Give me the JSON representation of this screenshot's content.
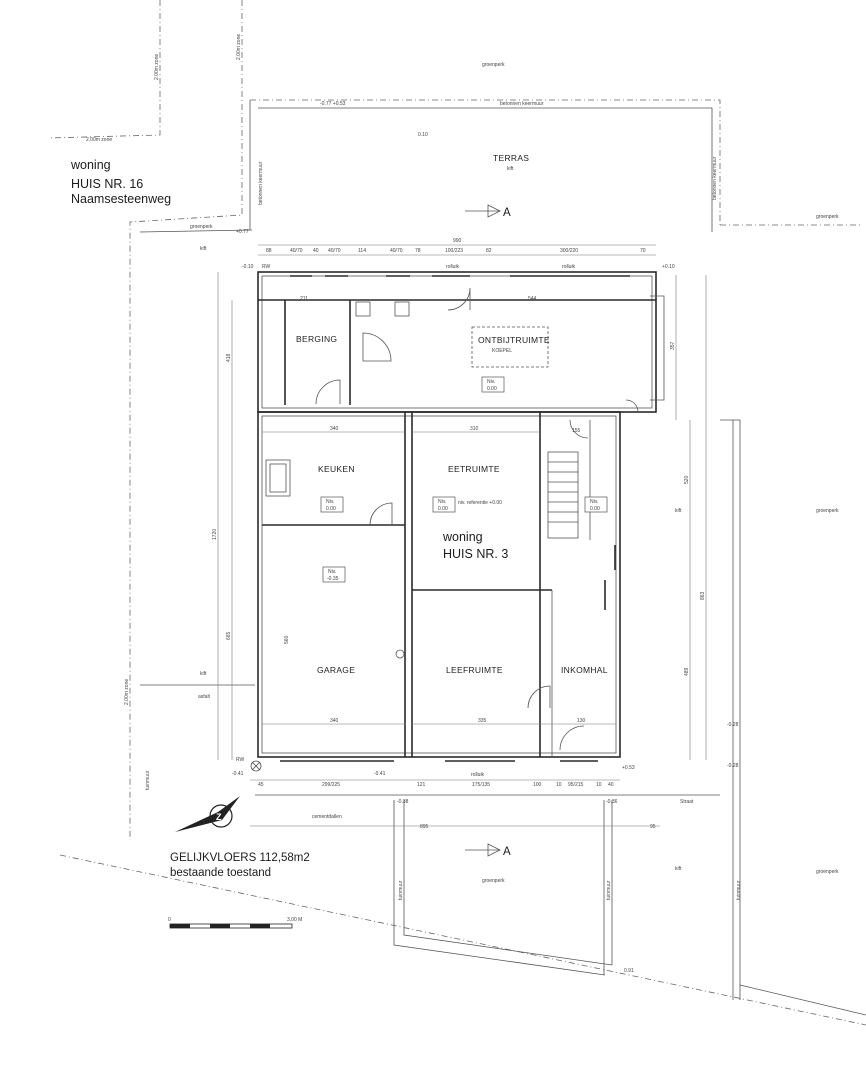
{
  "neighbour": {
    "line1": "woning",
    "line2": "HUIS NR. 16",
    "line3": "Naamsesteenweg"
  },
  "house": {
    "line1": "woning",
    "line2": "HUIS NR. 3"
  },
  "caption": {
    "line1": "GELIJKVLOERS 112,58m2",
    "line2": "bestaande toestand"
  },
  "scale_label": "3,00 M",
  "scale_zero": "0",
  "compass_letter": "Z",
  "section_mark": "A",
  "rooms": {
    "terras": "TERRAS",
    "berging": "BERGING",
    "ontbijtruimte": "ONTBIJTRUIMTE",
    "koepel": "KOEPEL",
    "keuken": "KEUKEN",
    "eetruimte": "EETRUIMTE",
    "garage": "GARAGE",
    "leefruimte": "LEEFRUIMTE",
    "inkomhal": "INKOMHAL"
  },
  "levels": {
    "label": "Niv.",
    "ontbijt": "0.00",
    "keuken": "0.00",
    "eet": "0.00",
    "inkom": "0.00",
    "garage": "-0.35",
    "referentie": "niv. referentie +0.00"
  },
  "notes": {
    "groenperk": "groenperk",
    "betonnen_keermuur": "betonnen keermuur",
    "kift": "kift",
    "rolluik": "rolluik",
    "cementdallen": "cementdallen",
    "tuinmuur": "tuinmuur",
    "zone": "2.00m zone",
    "straat": "Straat",
    "rw": "RW",
    "asfalt": "asfalt",
    "lev_m010": "-0.10",
    "lev_p010": "+0.10",
    "lev_p077": "+0.77",
    "lev_m041": "-0.41",
    "lev_m038": "-0.38",
    "lev_m036": "-0.36",
    "lev_p053": "+0.53",
    "lev_p028": "-0.28",
    "lev_p091": "0.91",
    "lev_m077_p053": "-0.77 +0.53",
    "lev_010": "0.10"
  },
  "dims": {
    "top_total": "990",
    "top_parts": [
      "88",
      "40/70",
      "40",
      "40/70",
      "114",
      "40/70",
      "78",
      "100/223",
      "82",
      "300/220",
      "70"
    ],
    "berging_w": "211",
    "ontbijt_w": "544",
    "keuken_w": "340",
    "eet_w": "310",
    "eet_side": "155",
    "garage_w": "340",
    "leef_w": "335",
    "inkom_w": "130",
    "bottom_parts": [
      "45",
      "299/225",
      "121",
      "175/135",
      "100",
      "10",
      "95/215",
      "10",
      "40"
    ],
    "bottom_total": "895",
    "bottom_right": "95",
    "left_total": "1720",
    "left_a": "418",
    "left_b": "665",
    "left_c": "560",
    "right_total": "863",
    "right_a": "357",
    "right_b": "520",
    "right_c": "489"
  }
}
